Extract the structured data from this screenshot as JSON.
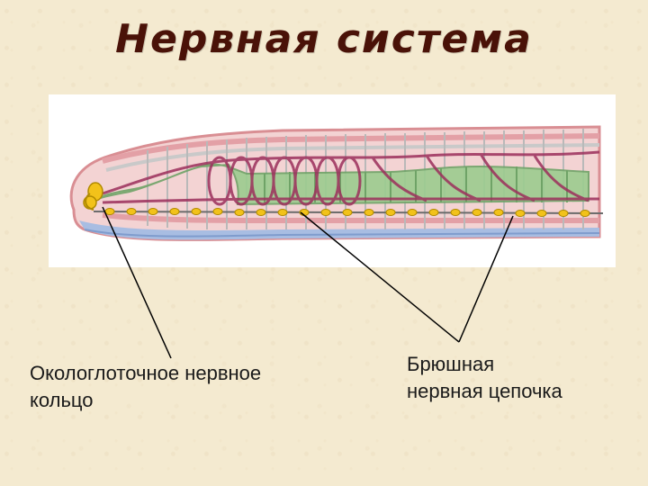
{
  "title": "Нервная система",
  "labels": {
    "ring": [
      "Окологлоточное нервное",
      "кольцо"
    ],
    "chain": [
      "Брюшная",
      "нервная цепочка"
    ]
  },
  "colors": {
    "title": "#4a1208",
    "body_skin": "#e7a9ab",
    "gut": "#9ccc8f",
    "vessels": "#9c2f5c",
    "ganglia": "#f2c21a",
    "underside": "#9fb8e0"
  }
}
